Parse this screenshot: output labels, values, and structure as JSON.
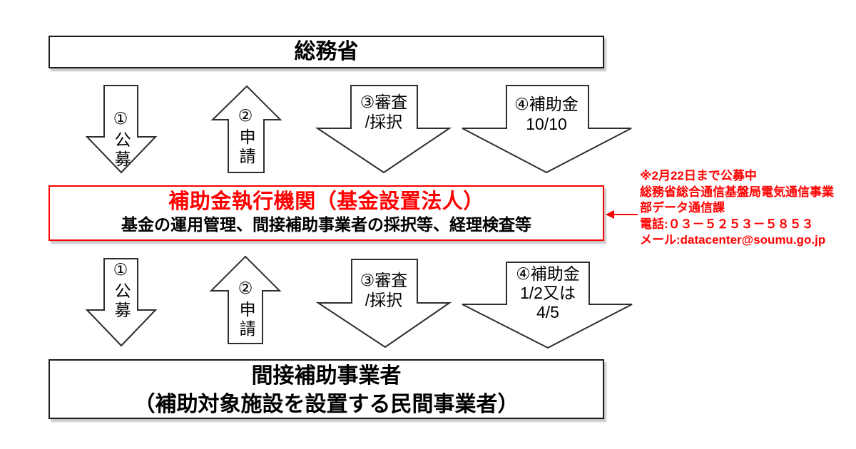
{
  "colors": {
    "accent_red": "#ff0000",
    "shape_outline": "#2e2e2e",
    "box_border": "#1a1a1a"
  },
  "boxes": {
    "ministry": {
      "title": "総務省"
    },
    "executor": {
      "title": "補助金執行機関（基金設置法人）",
      "subtitle": "基金の運用管理、間接補助事業者の採択等、経理検査等"
    },
    "indirect": {
      "line1": "間接補助事業者",
      "line2": "（補助対象施設を設置する民間事業者）"
    }
  },
  "flows": {
    "upper": {
      "apply_down": "①公募",
      "request_up": "②申請",
      "review": [
        "③審査",
        "/採択"
      ],
      "subsidy": [
        "④補助金",
        "10/10"
      ]
    },
    "lower": {
      "apply_down": "①公募",
      "request_up": "②申請",
      "review": [
        "③審査",
        "/採択"
      ],
      "subsidy": [
        "④補助金",
        "1/2又は",
        "4/5"
      ]
    }
  },
  "note": {
    "lines": [
      "※2月22日まで公募中",
      "総務省総合通信基盤局電気通信事業",
      "部データ通信課",
      "電話:０３－５２５３－５８５３",
      "メール:datacenter@soumu.go.jp"
    ]
  }
}
